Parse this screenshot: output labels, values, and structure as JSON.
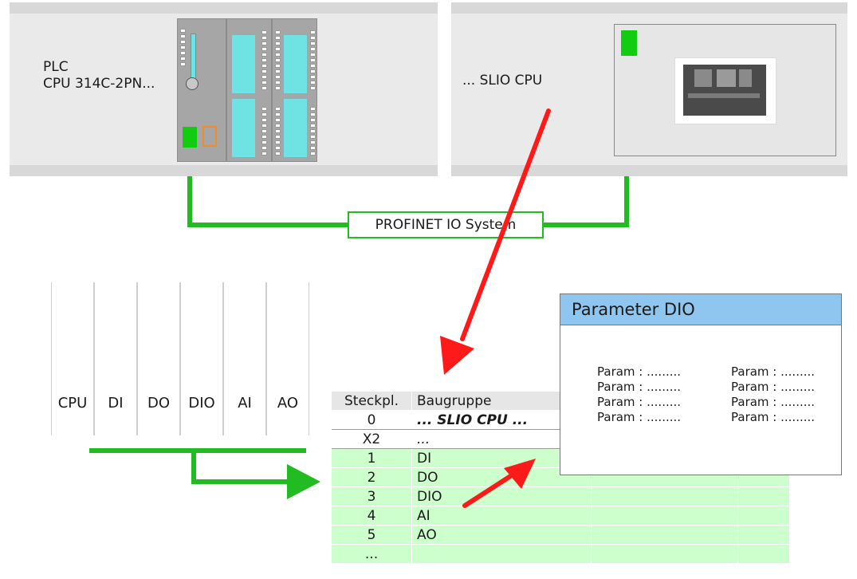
{
  "plc": {
    "line1": "PLC",
    "line2": "CPU 314C-2PN..."
  },
  "slio": {
    "label": "... SLIO CPU"
  },
  "network": {
    "label": "PROFINET IO System"
  },
  "slots": [
    "CPU",
    "DI",
    "DO",
    "DIO",
    "AI",
    "AO"
  ],
  "table": {
    "headers": [
      "Steckpl.",
      "Baugruppe"
    ],
    "rows": [
      {
        "slot": "0",
        "module": "... SLIO CPU ..."
      },
      {
        "slot": "X2",
        "module": "..."
      },
      {
        "slot": "1",
        "module": "DI"
      },
      {
        "slot": "2",
        "module": "DO"
      },
      {
        "slot": "3",
        "module": "DIO"
      },
      {
        "slot": "4",
        "module": "AI"
      },
      {
        "slot": "5",
        "module": "AO"
      },
      {
        "slot": "...",
        "module": ""
      }
    ]
  },
  "param_window": {
    "title": "Parameter DIO",
    "left": [
      "Param : .........",
      "Param : .........",
      "Param : .........",
      "Param : ........."
    ],
    "right": [
      "Param : .........",
      "Param : .........",
      "Param : .........",
      "Param : ........."
    ]
  },
  "colors": {
    "network": "#22bb22",
    "arrow": "#ff1a1a",
    "title_bar": "#8ec6f0",
    "row_green": "#ccffcc",
    "led_green": "#11cc11",
    "led_orange": "#f08c2a"
  }
}
